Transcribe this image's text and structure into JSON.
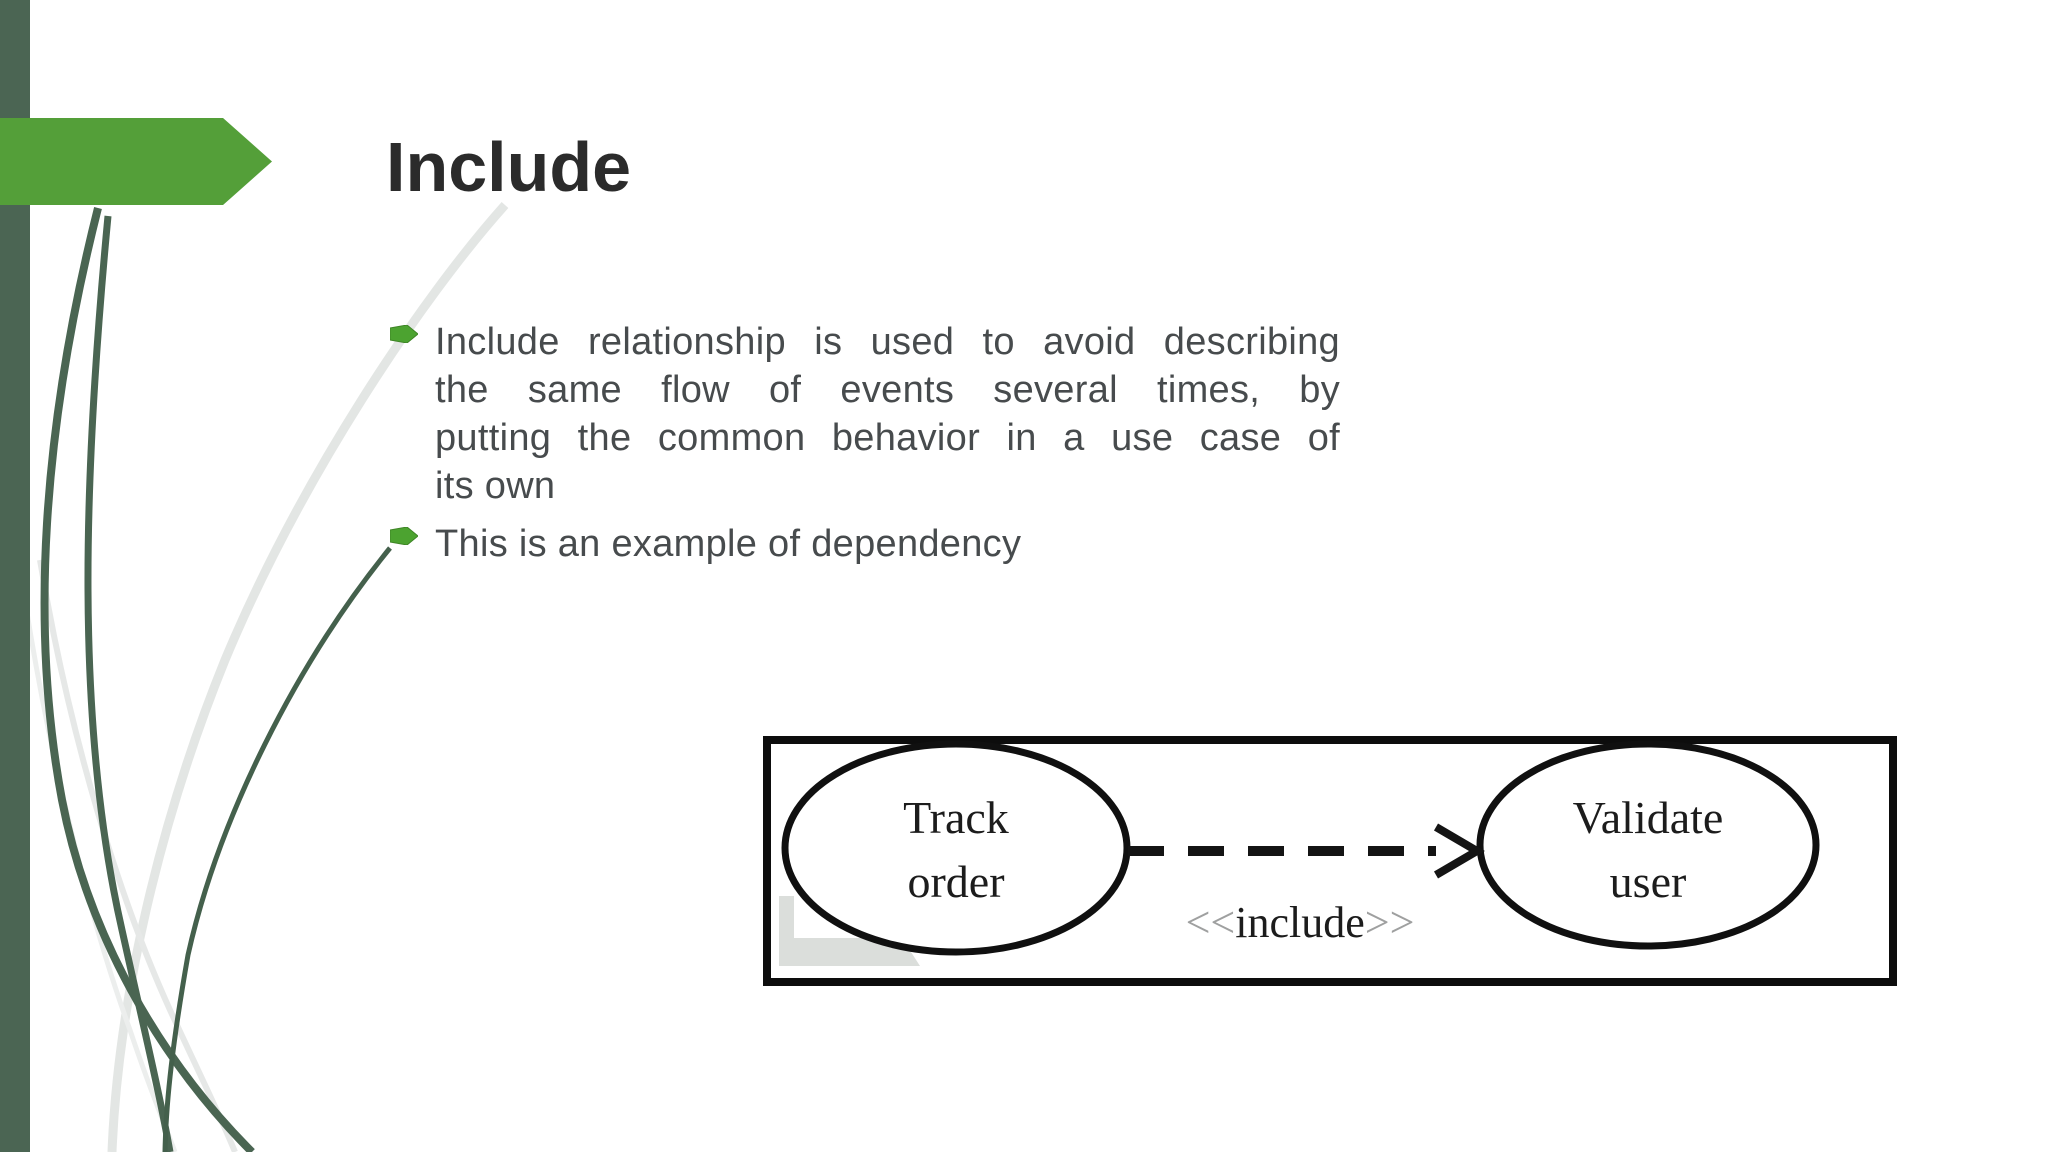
{
  "slide": {
    "title": "Include",
    "bullets": [
      {
        "lines": [
          "Include relationship is used to avoid describing",
          "the same flow of events several times, by",
          "putting the common behavior in a use case of",
          "its own"
        ]
      },
      {
        "lines": [
          "This is an example of dependency"
        ]
      }
    ]
  },
  "diagram": {
    "track_order": {
      "line1": "Track",
      "line2": "order"
    },
    "validate_user": {
      "line1": "Validate",
      "line2": "user"
    },
    "include_label": {
      "open_chevrons": "<<",
      "word": "include",
      "close_chevrons": ">>"
    }
  },
  "colors": {
    "banner_green": "#549f39",
    "bullet_green": "#4ca330",
    "edge_bar_green": "#4b6553",
    "curve_dark_green": "#4a6552",
    "curve_light_gray": "#e3e6e4",
    "title_text": "#2b2b2b",
    "body_text": "#474b4d",
    "diagram_ink": "#0d0d0d"
  }
}
